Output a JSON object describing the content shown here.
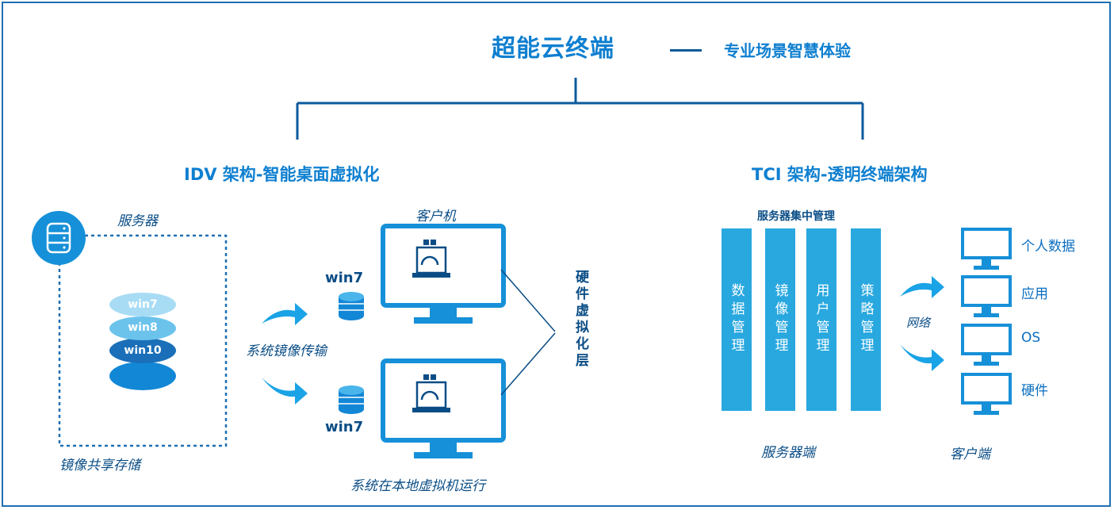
{
  "header": {
    "title": "超能云终端",
    "subtitle": "专业场景智慧体验"
  },
  "idv": {
    "heading": "IDV 架构-智能桌面虚拟化",
    "server_label": "服务器",
    "storage_label": "镜像共享存储",
    "disks": [
      "win7",
      "win8",
      "win10"
    ],
    "transfer_label": "系统镜像传输",
    "client_label": "客户机",
    "win_top": "win7",
    "win_bottom": "win7",
    "local_vm_label": "系统在本地虚拟机运行",
    "hardware_layer_label": "硬件虚拟化层"
  },
  "tci": {
    "heading": "TCI 架构-透明终端架构",
    "mgmt_title": "服务器集中管理",
    "columns": [
      "数据管理",
      "镜像管理",
      "用户管理",
      "策略管理"
    ],
    "network_label": "网络",
    "client_items": [
      "个人数据",
      "应用",
      "OS",
      "硬件"
    ],
    "server_side_label": "服务器端",
    "client_side_label": "客户端"
  },
  "colors": {
    "primary": "#0e7fd0",
    "accent": "#29a8e0",
    "dark": "#0a4d86",
    "light_disk": "#a8dcf4"
  }
}
